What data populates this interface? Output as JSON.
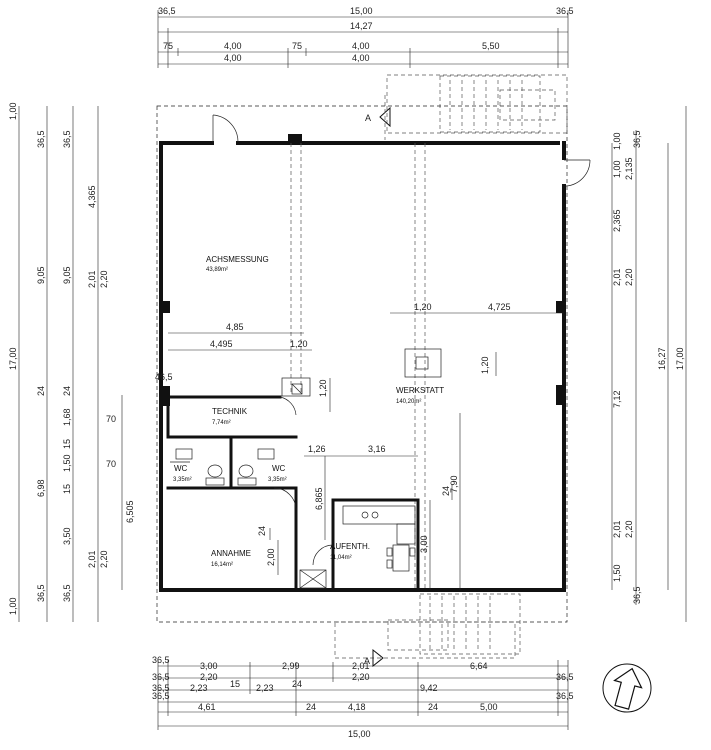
{
  "rooms": [
    {
      "name": "ACHSMESSUNG",
      "area": "43,89m²"
    },
    {
      "name": "TECHNIK",
      "area": "7,74m²"
    },
    {
      "name": "WC",
      "area": "3,35m²"
    },
    {
      "name": "WC",
      "area": "3,35m²"
    },
    {
      "name": "WERKSTATT",
      "area": "140,20m²"
    },
    {
      "name": "ANNAHME",
      "area": "16,14m²"
    },
    {
      "name": "AUFENTH.",
      "area": "11,04m²"
    }
  ],
  "section_marks": [
    "A",
    "A"
  ],
  "dims_top": {
    "row1": [
      "36,5",
      "15,00",
      "36,5"
    ],
    "row2": [
      "14,27"
    ],
    "row3": [
      "75",
      "4,00",
      "75",
      "4,00",
      "5,50"
    ],
    "row4": [
      "4,00",
      "4,00"
    ]
  },
  "dims_bottom": {
    "row1": [
      "36,5",
      "3,00",
      "2,99",
      "2,01",
      "6,64"
    ],
    "row2": [
      "36,5",
      "2,20",
      "2,20",
      "36,5"
    ],
    "row3": [
      "36,5",
      "2,23",
      "15",
      "2,23",
      "24",
      "9,42"
    ],
    "row4": [
      "36,5",
      "36,5"
    ],
    "row5": [
      "4,61",
      "24",
      "4,18",
      "24",
      "5,00"
    ],
    "row6": [
      "15,00"
    ]
  },
  "dims_left": {
    "outer": [
      "1,00",
      "17,00",
      "1,00"
    ],
    "col2": [
      "36,5",
      "9,05",
      "24",
      "6,98",
      "36,5"
    ],
    "col3": [
      "36,5",
      "9,05",
      "24",
      "1,68",
      "15",
      "1,50",
      "15",
      "3,50",
      "36,5"
    ],
    "col4": [
      "4,365",
      "2,01",
      "2,20",
      "2,01",
      "2,20"
    ],
    "col5": [
      "70",
      "70",
      "6,505"
    ]
  },
  "dims_right": {
    "outer": [
      "17,00"
    ],
    "col2": [
      "16,27"
    ],
    "col3": [
      "36,5",
      "7,12",
      "36,5"
    ],
    "col4": [
      "1,00",
      "2,135",
      "2,365",
      "2,01",
      "2,20",
      "2,01",
      "2,20",
      "1,50",
      "1,00"
    ]
  },
  "dims_inner": [
    "4,85",
    "4,495",
    "1,20",
    "46,5",
    "1,20",
    "1,26",
    "3,16",
    "1,20",
    "4,725",
    "1,20",
    "7,90",
    "24",
    "3,00",
    "6,865",
    "24",
    "2,00"
  ]
}
